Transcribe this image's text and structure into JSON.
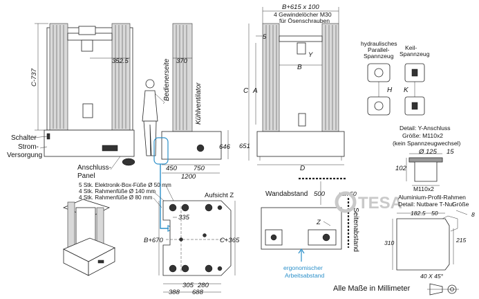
{
  "front_view": {
    "dim_height": "C-737",
    "dim_half_width": "352.5",
    "label_switch": "Schalter",
    "label_power": "Strom-\nVersorgung",
    "label_panel": "Anschluss-\nPanel"
  },
  "side_view": {
    "dim_top": "370",
    "label_operator_side": "Bedienerseite",
    "label_fan": "Kühlventilator",
    "dim_base_height": "646",
    "dim_450": "450",
    "dim_750": "750",
    "dim_1200": "1200"
  },
  "feet_notes": {
    "line1": "5 Stk. Elektronik-Box-Füße Ø 50 mm",
    "line2": "4 Stk. Rahmenfüße Ø 140 mm",
    "line3": "4 Stk. Rahmenfüße Ø 80 mm"
  },
  "top_view": {
    "label": "Aufsicht Z",
    "dim_335": "335",
    "dim_b670": "B+670",
    "dim_c365": "C+365",
    "dim_305": "305",
    "dim_280": "280",
    "dim_388": "388",
    "dim_688": "688"
  },
  "right_view": {
    "dim_top": "B+615 x 100",
    "note_holes": "4 Gewindelöcher M30\nfür Ösenschrauben",
    "dim_5": "5",
    "label_y": "Y",
    "label_b": "B",
    "label_c": "C",
    "label_a": "A",
    "dim_651": "651",
    "label_d": "D"
  },
  "grips": {
    "hydraulic": "hydraulisches\nParallel-\nSpannzeug",
    "wedge": "Keil-\nSpannzeug",
    "label_h": "H",
    "label_k": "K"
  },
  "detail_y": {
    "title": "Detail: Y-Anschluss",
    "size": "Größe: M110x2",
    "note": "(kein Spannzeugwechsel)",
    "dim_dia": "Ø 125",
    "dim_15": "15",
    "dim_102": "102",
    "thread": "M110x2"
  },
  "wall_distance": {
    "label": "Wandabstand",
    "value": "500",
    "min": "min 50",
    "side_label": "Seitenabstand",
    "z_label": "Z",
    "ergonomic": "ergonomischer\nArbeitsabstand"
  },
  "detail_profile": {
    "title": "Aluminium-Profil-Rahmen",
    "subtitle": "Detail: Nutbare T-Nut",
    "size_label": "Größe",
    "size_value": "8",
    "dim_182": "182.5",
    "dim_50": "50",
    "dim_310": "310",
    "dim_215": "215",
    "dim_40": "40 X 45°"
  },
  "footer": "Alle Maße in Millimeter",
  "watermark": "TESA",
  "colors": {
    "accent": "#2a8fc9",
    "watermark": "#c9c9c9",
    "line": "#222222"
  }
}
